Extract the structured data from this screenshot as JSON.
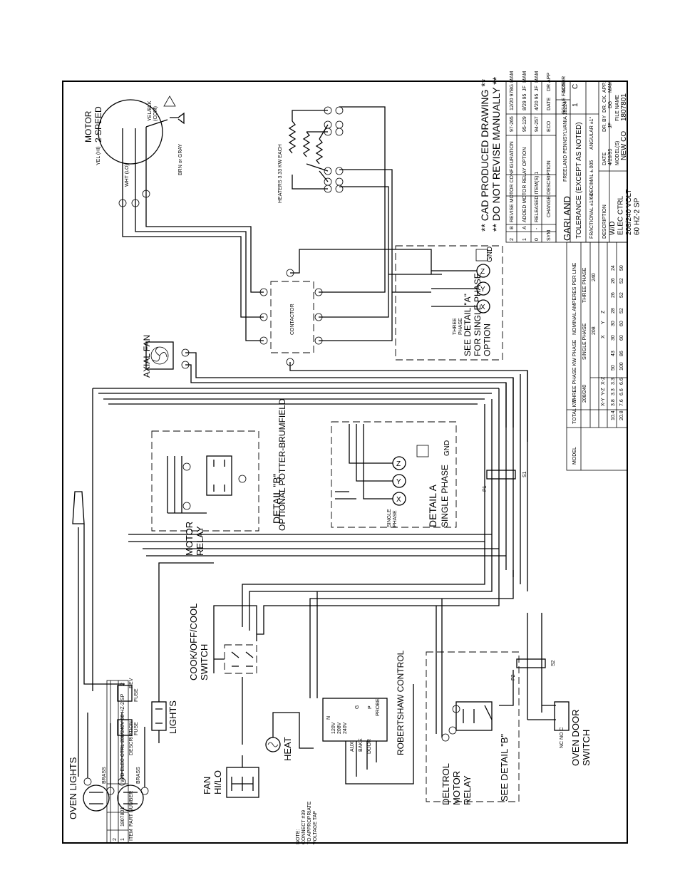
{
  "components": {
    "motor_title": "MOTOR\n2 SPEED",
    "motor_yel_hi": "YEL (HI)",
    "motor_wht_lo": "WHT (LO)",
    "motor_yel_blk": "YEL/BLK\n(COM)",
    "motor_brn_gray": "BRN or GRAY",
    "heaters": "HEATERS 3.33 KW EACH",
    "contactor": "CONTACTOR",
    "axial_fan": "AXIAL FAN",
    "cad_note": "** CAD PRODUCED DRAWING **\n** DO NOT REVISE MANUALLY **",
    "detail_a_ref": "SEE DETAIL \"A\"\nFOR SINGLE PHASE\nOPTION",
    "three_phase_small": "THREE\nPHASE",
    "single_phase_small": "SINGLE\nPHASE",
    "gnd": "GND",
    "detail_b_title": "DETAIL \"B\"",
    "detail_b_sub": "OPTIONAL POTTER-BRUMFIELD",
    "motor_relay": "MOTOR\nRELAY",
    "detail_a_title": "DETAIL A",
    "detail_a_sub": "SINGLE PHASE",
    "p1": "P1",
    "s1": "S1",
    "p2": "P2",
    "s2": "S2",
    "oven_lights": "OVEN LIGHTS",
    "brass": "BRASS",
    "fuse": "FUSE",
    "lights": "LIGHTS",
    "fan_hilo": "FAN\nHI/LO",
    "heat": "HEAT",
    "cook_switch": "COOK/OFF/COOL\nSWITCH",
    "robertshaw": "ROBERTSHAW CONTROL",
    "deltrol": "DELTROL\nMOTOR\nRELAY",
    "see_detail_b": "SEE DETAIL \"B\"",
    "oven_door_switch": "OVEN DOOR\nSWITCH",
    "nc_no_c": "NC NO C",
    "note": "NOTE:\nCONNECT #39\nTO APPROPRIATE\nVOLTAGE TAP",
    "control_terms": [
      "N",
      "120V",
      "208V",
      "240V",
      "AUX",
      "BAKE",
      "DOOR",
      "G",
      "P",
      "PROBE"
    ]
  },
  "parts_list": {
    "rows": [
      {
        "item": "2",
        "part": "",
        "desc": "",
        "rev": ""
      },
      {
        "item": "1",
        "part": "1807801",
        "desc": "W/D ELEC CTRL 208/240V 60 HZ-2 SP",
        "rev": "2"
      }
    ],
    "header": {
      "item": "ITEM",
      "part": "PART NUMBER",
      "desc": "DESCRIPTION",
      "rev": "REV"
    }
  },
  "revision_block": {
    "rows": [
      {
        "sym": "2",
        "rev": "B",
        "desc": "REVISE MOTOR CONFIGURATION",
        "eco": "97-265",
        "date": "12/20 97",
        "dr": "BG",
        "app": "MAM"
      },
      {
        "sym": "1",
        "rev": "A",
        "desc": "ADDED MOTOR RELAY OPTION",
        "eco": "95-129",
        "date": "8/29 95",
        "dr": "JF",
        "app": "MAM"
      },
      {
        "sym": "0",
        "rev": "-",
        "desc": "RELEASED ITEM(S) 1",
        "eco": "94-257",
        "date": "4/20 95",
        "dr": "JF",
        "app": "MAM"
      }
    ],
    "header": {
      "sym": "SYM",
      "rev": "REV",
      "desc": "CHANGE DESCRIPTION",
      "eco": "ECO",
      "date": "DATE",
      "dr": "DR",
      "app": "APP"
    }
  },
  "title_block": {
    "brand": "GARLAND",
    "location": "FREELAND PENNSYLVANIA 18224",
    "tolerance": "TOLERANCE (EXCEPT AS NOTED)",
    "fractional": "FRACTIONAL ±1/64",
    "decimal": "DECIMAL ±.005",
    "angular": "ANGULAR ±1°",
    "description_label": "DESCRIPTION",
    "description": "W/D\nELEC CTRL\n208/240 VOLT\n60 HZ-2 SP",
    "scale_label": "SCALE FACTOR",
    "scale": "1",
    "size_label": "SIZE",
    "size": "C",
    "date_label": "DATE",
    "date": "4/20/95",
    "dr_label": "DR. BY",
    "dr": "JF",
    "dr_ck_label": "DR. CK.",
    "dr_ck": "BG",
    "app_label": "APP.",
    "app": "MAM",
    "model_label": "MODEL(S)",
    "model": "NEW CO",
    "file_label": "FILE NAME",
    "file": "1807801"
  },
  "amperes_table": {
    "title": "NOMINAL AMPERES PER LINE",
    "col_model": "MODEL",
    "col_total_kw": "TOTAL KW",
    "col_three_phase_kw": "THREE PHASE KW PHASE",
    "col_208_240": "208/240",
    "col_xy": "X-Y",
    "col_yz": "Y-Z",
    "col_xz": "X-Z",
    "col_single_phase": "SINGLE PHASE",
    "col_three_phase": "THREE PHASE",
    "col_208": "208",
    "col_240": "240",
    "col_x": "X",
    "col_y": "Y",
    "col_z": "Z",
    "rows": [
      [
        "10.4",
        "3.8",
        "3.3",
        "3.3",
        "50",
        "43",
        "30",
        "30",
        "28",
        "26",
        "26",
        "24"
      ],
      [
        "20.8",
        "7.6",
        "6.6",
        "6.6",
        "100",
        "86",
        "60",
        "60",
        "52",
        "52",
        "52",
        "50"
      ]
    ]
  }
}
